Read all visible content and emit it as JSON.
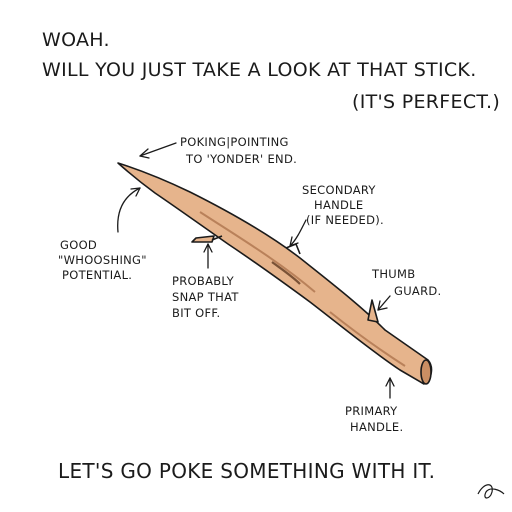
{
  "heading": {
    "line1": "WOAH.",
    "line2": "WILL YOU JUST TAKE A LOOK AT THAT STICK.",
    "line3": "(IT'S PERFECT.)"
  },
  "annotations": {
    "poking_line1": "POKING|POINTING",
    "poking_line2": "TO 'YONDER' END.",
    "secondary_line1": "SECONDARY",
    "secondary_line2": "HANDLE",
    "secondary_line3": "(IF NEEDED).",
    "whooshing_line1": "GOOD",
    "whooshing_line2": "\"WHOOSHING\"",
    "whooshing_line3": "POTENTIAL.",
    "snap_line1": "PROBABLY",
    "snap_line2": "SNAP THAT",
    "snap_line3": "BIT OFF.",
    "thumb_line1": "THUMB",
    "thumb_line2": "GUARD.",
    "primary_line1": "PRIMARY",
    "primary_line2": "HANDLE."
  },
  "footer": {
    "caption": "LET'S GO POKE SOMETHING WITH IT."
  },
  "colors": {
    "stick_fill": "#e6b48c",
    "stick_shadow": "#b9815a",
    "ink": "#1b1b1b"
  }
}
